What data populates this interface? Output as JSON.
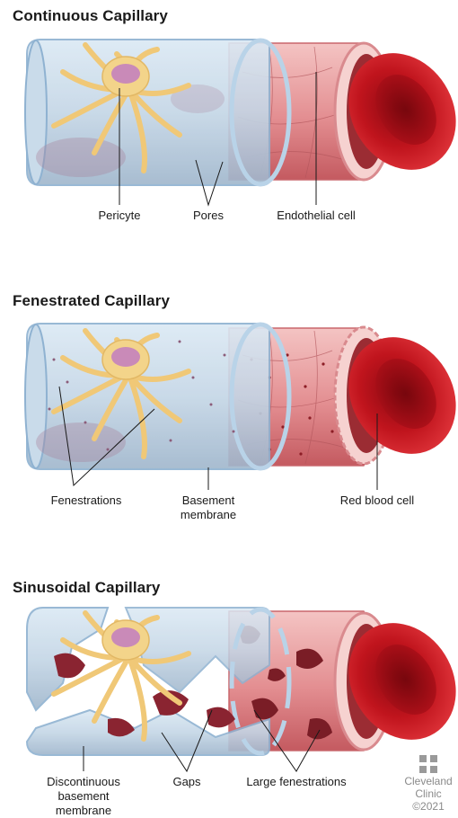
{
  "sections": [
    {
      "title": "Continuous Capillary"
    },
    {
      "title": "Fenestrated Capillary"
    },
    {
      "title": "Sinusoidal Capillary"
    }
  ],
  "labels": {
    "pericyte": "Pericyte",
    "pores": "Pores",
    "endothelial_cell": "Endothelial cell",
    "fenestrations": "Fenestrations",
    "basement_membrane_1": "Basement",
    "basement_membrane_2": "membrane",
    "red_blood_cell": "Red blood cell",
    "discontinuous_1": "Discontinuous",
    "discontinuous_2": "basement",
    "discontinuous_3": "membrane",
    "gaps": "Gaps",
    "large_fenestrations": "Large fenestrations"
  },
  "brand": {
    "name_1": "Cleveland",
    "name_2": "Clinic",
    "copyright": "©2021"
  },
  "colors": {
    "vessel_pink": "#e89a9c",
    "vessel_dark": "#b8454c",
    "membrane_blue": "#a9c9e0",
    "pericyte_yellow": "#f3d48a",
    "nucleus_purple": "#c98ab8",
    "rbc_red": "#c0141d"
  }
}
